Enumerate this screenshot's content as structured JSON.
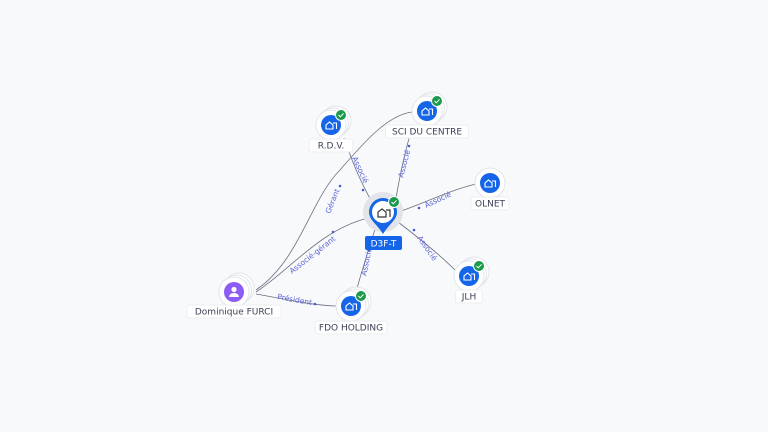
{
  "colors": {
    "company": "#1565e8",
    "person": "#8b5cf6",
    "check": "#1a9a4a",
    "center_label_bg": "#1565e8",
    "edge_label": "#5b63d8"
  },
  "center": {
    "name": "D3F-T",
    "icon": "building-icon"
  },
  "nodes": [
    {
      "id": "rdv",
      "name": "R.D.V.",
      "type": "company",
      "verified": true
    },
    {
      "id": "sci",
      "name": "SCI DU CENTRE",
      "type": "company",
      "verified": true
    },
    {
      "id": "olnet",
      "name": "OLNET",
      "type": "company",
      "verified": false
    },
    {
      "id": "jlh",
      "name": "JLH",
      "type": "company",
      "verified": true
    },
    {
      "id": "fdo",
      "name": "FDO HOLDING",
      "type": "company",
      "verified": true
    },
    {
      "id": "dom",
      "name": "Dominique FURCI",
      "type": "person",
      "verified": false
    }
  ],
  "edges": [
    {
      "from": "rdv",
      "to": "center",
      "label": "Associé"
    },
    {
      "from": "sci",
      "to": "center",
      "label": "Associé"
    },
    {
      "from": "olnet",
      "to": "center",
      "label": "Associé"
    },
    {
      "from": "jlh",
      "to": "center",
      "label": "Associé"
    },
    {
      "from": "fdo",
      "to": "center",
      "label": "Associé"
    },
    {
      "from": "dom",
      "to": "center",
      "label": "Associé-gérant"
    },
    {
      "from": "dom",
      "to": "sci",
      "label": "Gérant"
    },
    {
      "from": "dom",
      "to": "fdo",
      "label": "Président"
    }
  ]
}
